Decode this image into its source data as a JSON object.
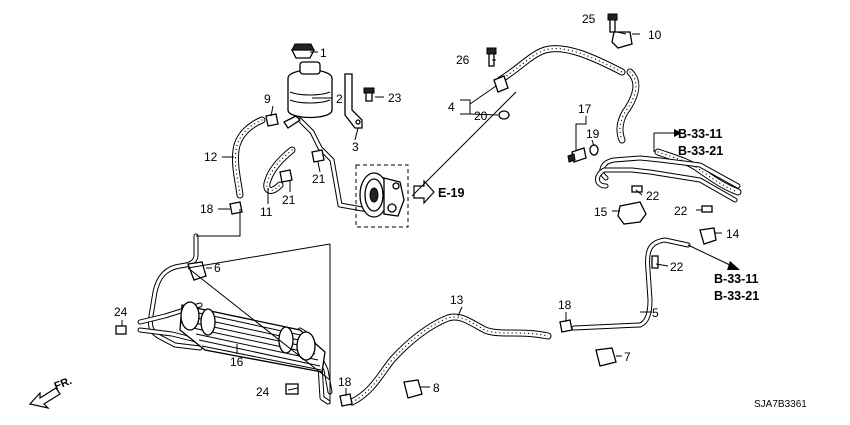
{
  "callouts": {
    "p1": "1",
    "p2": "2",
    "p3": "3",
    "p4": "4",
    "p5": "5",
    "p6": "6",
    "p7": "7",
    "p8": "8",
    "p9": "9",
    "p10": "10",
    "p11": "11",
    "p12": "12",
    "p13": "13",
    "p14": "14",
    "p15": "15",
    "p16": "16",
    "p17": "17",
    "p18a": "18",
    "p18b": "18",
    "p18c": "18",
    "p19": "19",
    "p20": "20",
    "p21a": "21",
    "p21b": "21",
    "p22a": "22",
    "p22b": "22",
    "p22c": "22",
    "p23": "23",
    "p24a": "24",
    "p24b": "24",
    "p25": "25",
    "p26": "26"
  },
  "references": {
    "e19": "E-19",
    "ref_top_a": "B-33-11",
    "ref_top_b": "B-33-21",
    "ref_bot_a": "B-33-11",
    "ref_bot_b": "B-33-21"
  },
  "direction_label": "FR.",
  "diagram_code": "SJA7B3361",
  "icons": {
    "pump": "power-steering-pump-icon",
    "reservoir": "fluid-reservoir-icon",
    "cooler": "oil-cooler-icon",
    "front_arrow": "front-direction-arrow-icon"
  }
}
